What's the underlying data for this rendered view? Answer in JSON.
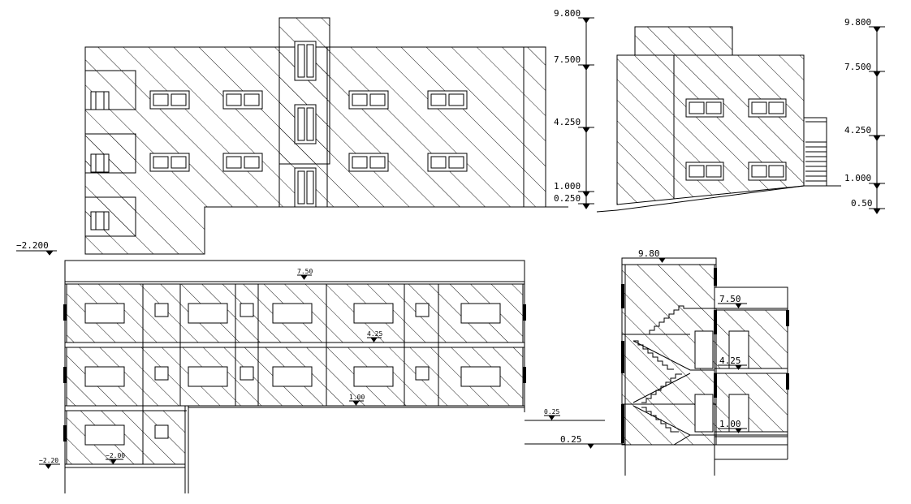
{
  "front_elevation": {
    "level_labels": [
      "9.800",
      "7.500",
      "4.250",
      "1.000",
      "0.250"
    ],
    "ground_label": "−2.200"
  },
  "side_elevation": {
    "level_labels": [
      "9.800",
      "7.500",
      "4.250",
      "1.000",
      "0.50"
    ]
  },
  "long_section": {
    "level_labels": [
      "7.50",
      "4.25",
      "1.00",
      "0.25",
      "0.25",
      "−2.20",
      "−2.00"
    ]
  },
  "cross_section": {
    "level_labels": [
      "9.80",
      "7.50",
      "4.25",
      "1.00"
    ]
  },
  "colors": {
    "line": "#000000",
    "background": "#ffffff"
  }
}
